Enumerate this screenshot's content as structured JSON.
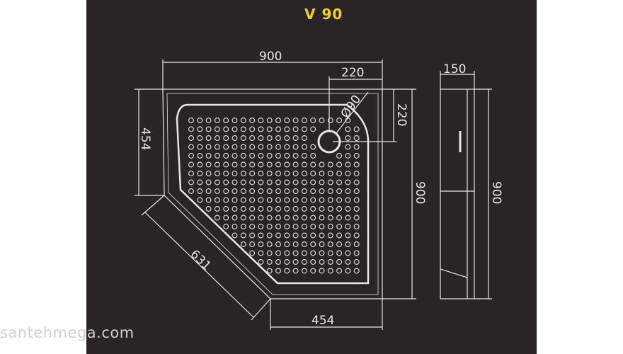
{
  "title": "V 90",
  "dimensions": {
    "width_top": "900",
    "drain_offset_x": "220",
    "drain_offset_y": "220",
    "drain_diameter": "Ø90",
    "side_left": "454",
    "side_bottom": "454",
    "diagonal": "631",
    "depth_right": "900",
    "height_side": "150",
    "depth_side": "900"
  },
  "watermark": "santehmega.com",
  "colors": {
    "board": "#2a2426",
    "line": "#e6e6e6",
    "title": "#f2d21a"
  }
}
